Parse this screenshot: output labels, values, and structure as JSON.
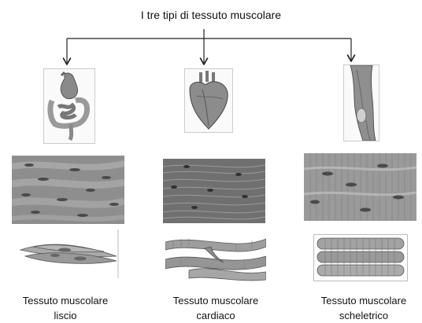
{
  "title": "I tre tipi di tessuto muscolare",
  "columns": [
    {
      "label_line1": "Tessuto muscolare",
      "label_line2": "liscio",
      "organ": "stomach-intestine"
    },
    {
      "label_line1": "Tessuto muscolare",
      "label_line2": "cardiaco",
      "organ": "heart"
    },
    {
      "label_line1": "Tessuto muscolare",
      "label_line2": "scheletrico",
      "organ": "leg-muscle"
    }
  ]
}
